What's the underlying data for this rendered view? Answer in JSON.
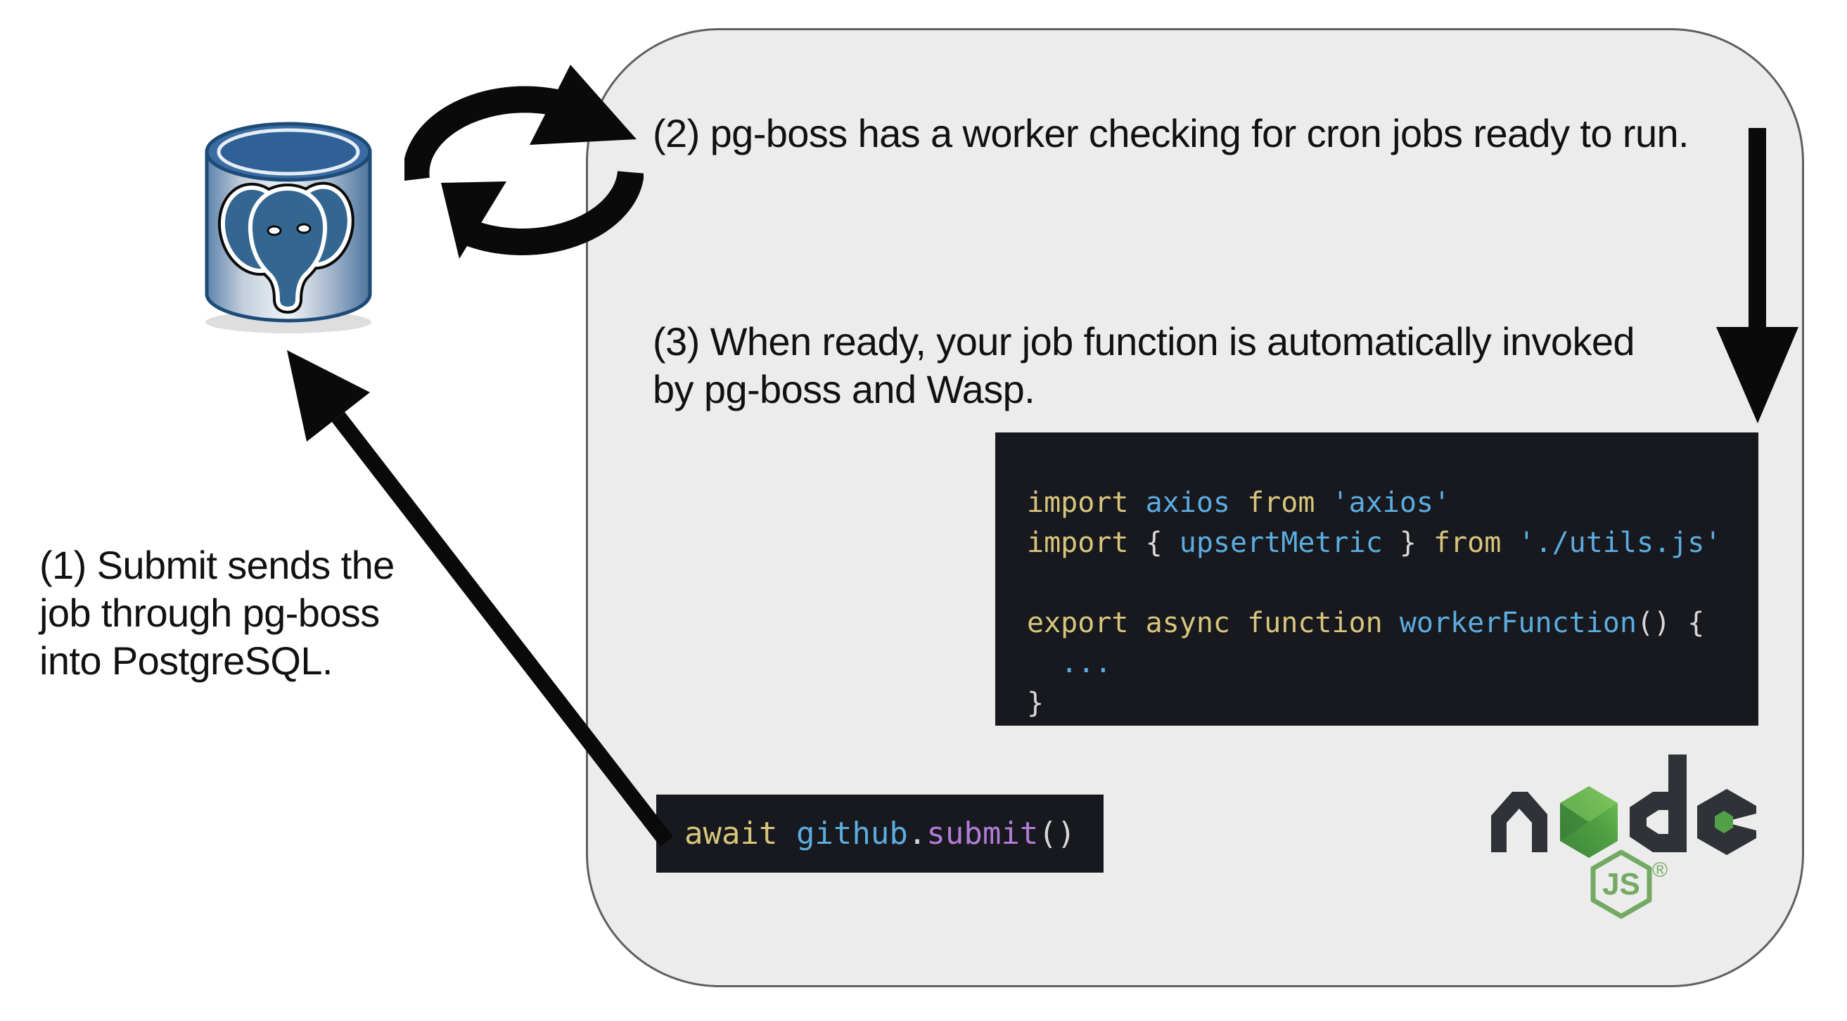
{
  "labels": {
    "step1": "(1) Submit sends the\njob through pg-boss\ninto PostgreSQL.",
    "step2": "(2) pg-boss has a worker checking for cron jobs ready to run.",
    "step3": "(3) When ready, your job function is automatically invoked\nby pg-boss and Wasp."
  },
  "worker_code": {
    "lines": [
      {
        "tokens": [
          {
            "text": "import ",
            "color": "keyword"
          },
          {
            "text": "axios ",
            "color": "identifier"
          },
          {
            "text": "from ",
            "color": "keyword"
          },
          {
            "text": "'axios'",
            "color": "string"
          }
        ]
      },
      {
        "tokens": [
          {
            "text": "import ",
            "color": "keyword"
          },
          {
            "text": "{ ",
            "color": "punctuation"
          },
          {
            "text": "upsertMetric ",
            "color": "identifier"
          },
          {
            "text": "} ",
            "color": "punctuation"
          },
          {
            "text": "from ",
            "color": "keyword"
          },
          {
            "text": "'./utils.js'",
            "color": "string"
          }
        ]
      },
      {
        "tokens": []
      },
      {
        "tokens": [
          {
            "text": "export async function ",
            "color": "keyword"
          },
          {
            "text": "workerFunction",
            "color": "identifier"
          },
          {
            "text": "() {",
            "color": "punctuation"
          }
        ]
      },
      {
        "tokens": [
          {
            "text": "  ...",
            "color": "identifier"
          }
        ]
      },
      {
        "tokens": [
          {
            "text": "}",
            "color": "punctuation"
          }
        ]
      }
    ]
  },
  "submit_code": {
    "tokens": [
      {
        "text": "await ",
        "color": "keyword"
      },
      {
        "text": "github",
        "color": "identifier"
      },
      {
        "text": ".",
        "color": "punctuation"
      },
      {
        "text": "submit",
        "color": "method"
      },
      {
        "text": "()",
        "color": "punctuation"
      }
    ]
  },
  "node_logo": {
    "js_label": "JS",
    "registered": "®"
  },
  "icons": {
    "postgresql": "postgresql-database-icon",
    "sync": "sync-loop-icon",
    "nodejs": "nodejs-logo",
    "down_arrow": "down-arrow",
    "submit_arrow": "submit-to-postgres-arrow"
  },
  "colors": {
    "container_fill": "#ececec",
    "container_border": "#5e5f61",
    "code_background": "#17191e",
    "code_keyword": "#d8c57c",
    "code_identifier": "#5cacdf",
    "code_string": "#5cacdf",
    "code_punctuation": "#d8d8d8",
    "code_method": "#b07cd6",
    "label_text": "#111111",
    "arrow_black": "#0a0a0a",
    "postgres_blue": "#336791",
    "node_dark": "#2f3337",
    "node_green_light": "#66b54e",
    "node_green_dark": "#3d8539",
    "node_js_green": "#74a963"
  }
}
